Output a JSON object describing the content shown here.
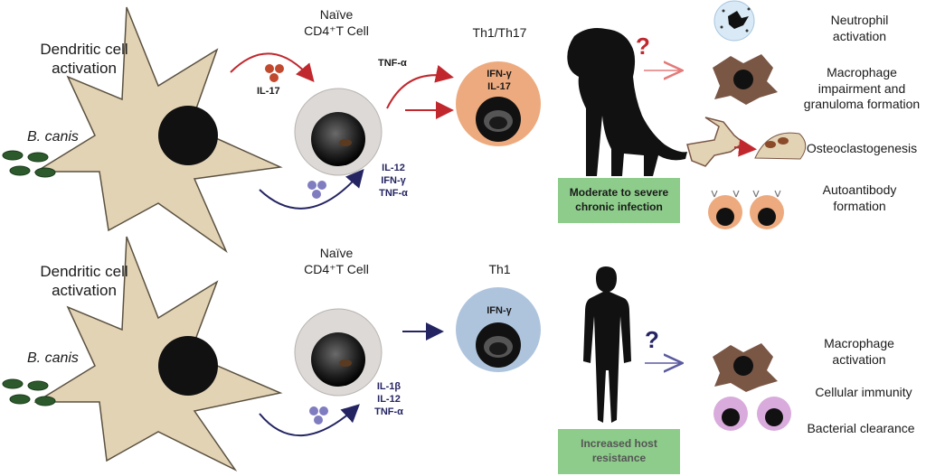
{
  "top_panel": {
    "dc_label": "Dendritic cell activation",
    "pathogen": "B. canis",
    "naive_label_1": "Naïve",
    "naive_label_2": "CD4⁺T Cell",
    "il17": "IL-17",
    "tnfa": "TNF-α",
    "cytokines": [
      "IL-12",
      "IFN-γ",
      "TNF-α"
    ],
    "effector_title": "Th1/Th17",
    "effector_cytokines": [
      "IFN-γ",
      "IL-17"
    ],
    "question": "?",
    "outcome_box": "Moderate to severe chronic infection",
    "outcomes": [
      "Neutrophil activation",
      "Macrophage impairment and granuloma formation",
      "Osteoclastogenesis",
      "Autoantibody formation"
    ]
  },
  "bottom_panel": {
    "dc_label": "Dendritic cell activation",
    "pathogen": "B. canis",
    "naive_label_1": "Naïve",
    "naive_label_2": "CD4⁺T Cell",
    "cytokines": [
      "IL-1β",
      "IL-12",
      "TNF-α"
    ],
    "effector_title": "Th1",
    "effector_cytokine": "IFN-γ",
    "question": "?",
    "outcome_box": "Increased host resistance",
    "outcomes": [
      "Macrophage activation",
      "Cellular immunity",
      "Bacterial clearance"
    ]
  },
  "colors": {
    "dc_fill": "#E3D3B5",
    "red_arrow": "#C0282E",
    "navy_arrow": "#242463",
    "green_box": "#8DCC8A",
    "th17_fill": "#EDAA7E",
    "th1_fill": "#AEC4DD",
    "macrophage": "#7A5645",
    "purple_cell": "#D9ABDC"
  }
}
